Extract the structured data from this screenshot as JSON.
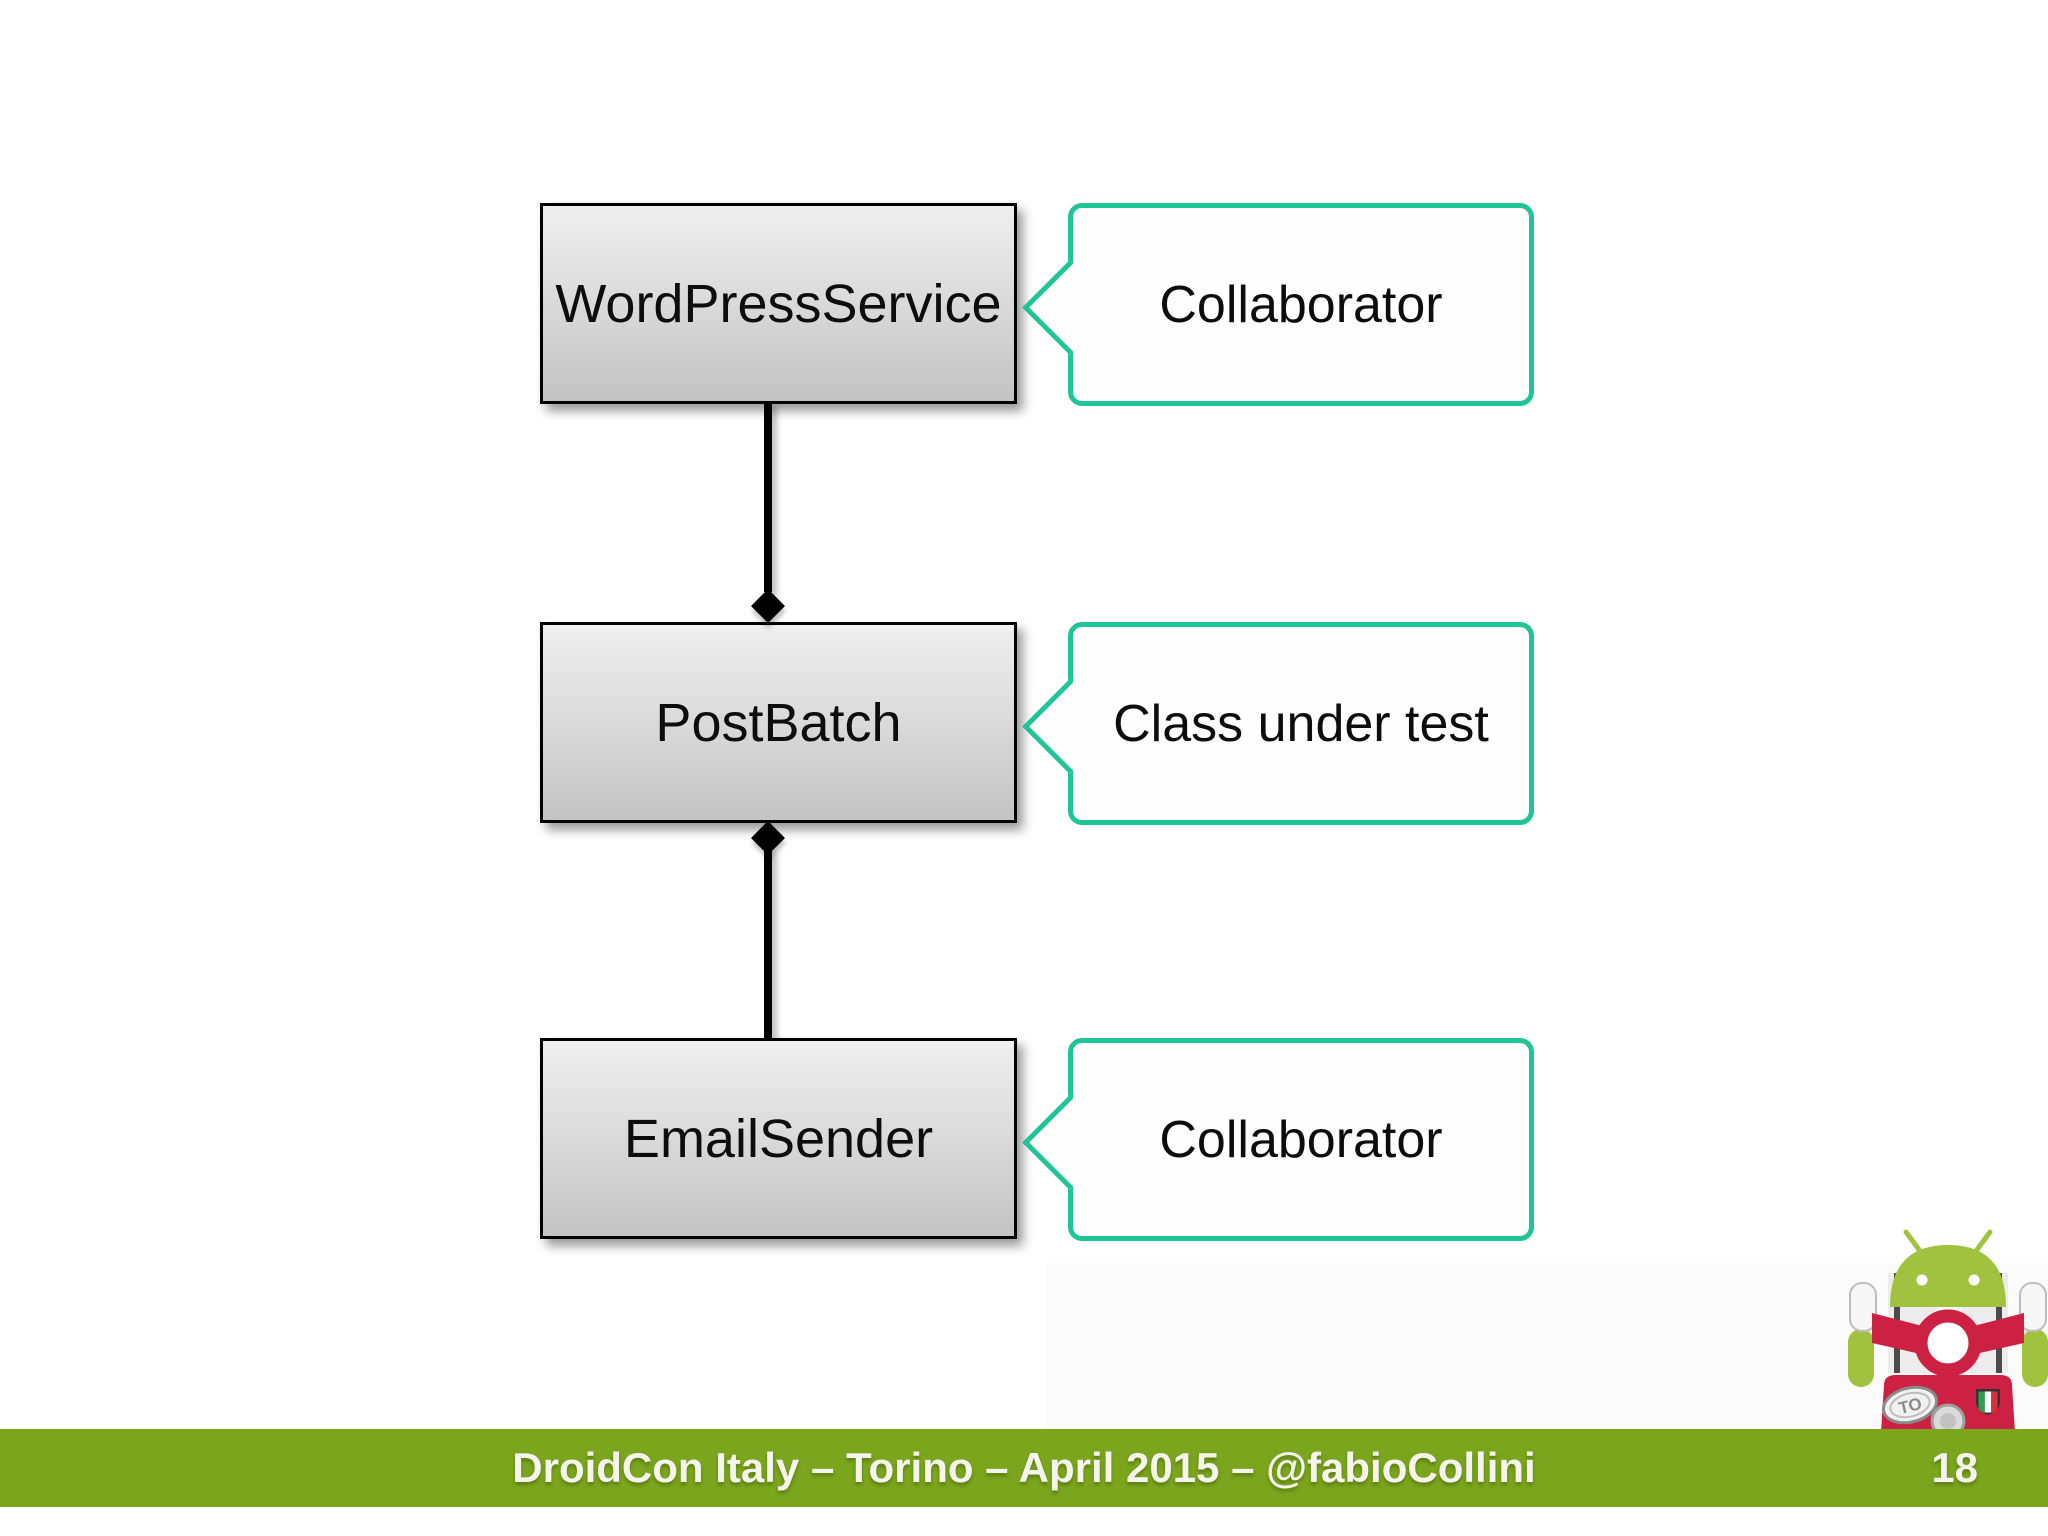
{
  "slide": {
    "background_color": "#ffffff",
    "colors": {
      "accent_teal": "#1fc497",
      "box_border": "#000000",
      "box_fill_top": "#efefef",
      "box_fill_bottom": "#c3c3c3",
      "connector_black": "#000000",
      "footer_green": "#7aa51c",
      "footer_text": "#f5f5ee",
      "android_green": "#a1c23e",
      "scooter_red": "#cc2142"
    }
  },
  "diagram": {
    "nodes": [
      {
        "label": "WordPressService",
        "annotation": "Collaborator"
      },
      {
        "label": "PostBatch",
        "annotation": "Class under test"
      },
      {
        "label": "EmailSender",
        "annotation": "Collaborator"
      }
    ],
    "edges": [
      {
        "from": "WordPressService",
        "to": "PostBatch",
        "type": "composition"
      },
      {
        "from": "PostBatch",
        "to": "EmailSender",
        "type": "composition"
      }
    ]
  },
  "footer": {
    "text": "DroidCon Italy – Torino – April 2015 – @fabioCollini",
    "page_number": "18"
  },
  "mascot": {
    "icon": "android-on-scooter-icon",
    "plate_text": "TO"
  }
}
